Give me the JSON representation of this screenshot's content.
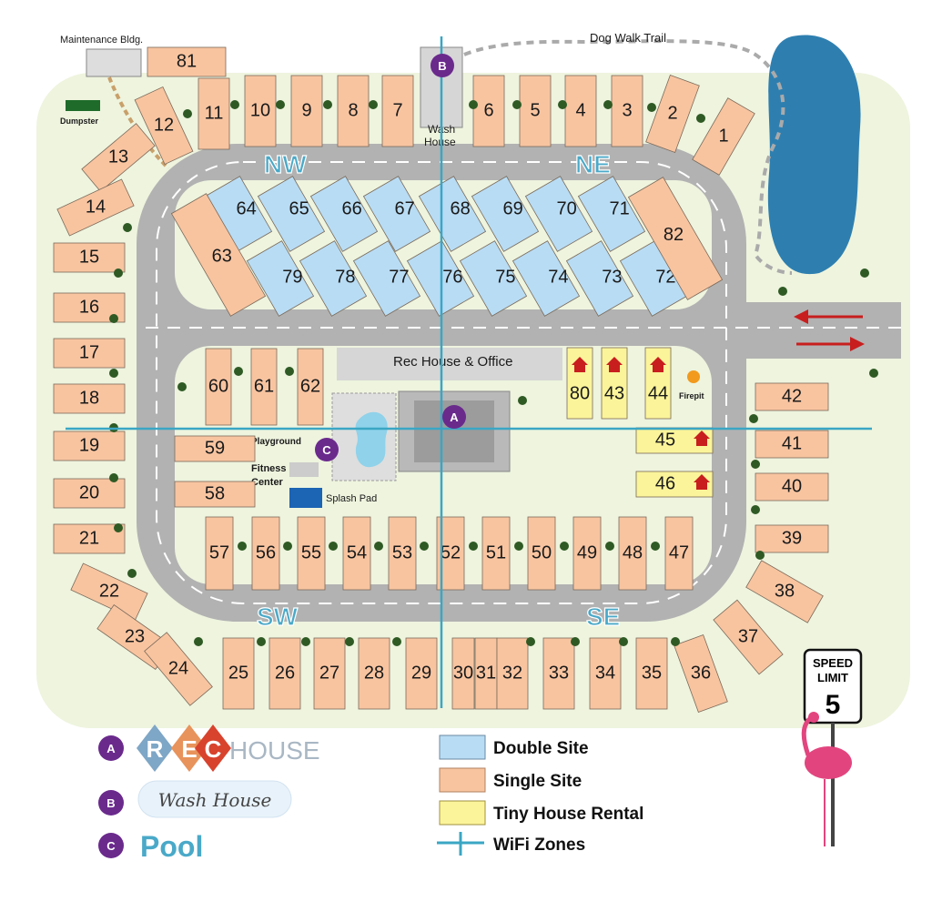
{
  "labels": {
    "maintenance": "Maintenance Bldg.",
    "dumpster": "Dumpster",
    "dog_trail": "Dog Walk Trail",
    "wash_house_top": "Wash",
    "wash_house_bottom": "House",
    "rec_office": "Rec House & Office",
    "playground": "Playground",
    "fitness_top": "Fitness",
    "fitness_bottom": "Center",
    "splash_pad": "Splash Pad",
    "firepit": "Firepit",
    "speed_top": "SPEED",
    "speed_mid": "LIMIT",
    "speed_val": "5"
  },
  "zones": {
    "nw": "NW",
    "ne": "NE",
    "sw": "SW",
    "se": "SE"
  },
  "markers": {
    "a": "A",
    "b": "B",
    "c": "C"
  },
  "legend": {
    "rec_word_left": "R",
    "rec_word_e": "E",
    "rec_word_c": "C",
    "rec_word_house": "HOUSE",
    "wash_house": "Wash House",
    "pool": "Pool",
    "double_site": "Double Site",
    "single_site": "Single Site",
    "tiny_house": "Tiny House Rental",
    "wifi": "WiFi Zones"
  },
  "colors": {
    "single": "#f8c4a0",
    "double": "#b8dcf4",
    "tiny": "#fbf49a",
    "road": "#b2b2b2",
    "grass": "#eef4de",
    "lake": "#2e7fb0",
    "wifi": "#3aa6c4",
    "marker": "#6a2a8c",
    "house_icon": "#c81e1e"
  },
  "sites": {
    "top": [
      "81",
      "12",
      "11",
      "10",
      "9",
      "8",
      "7",
      "6",
      "5",
      "4",
      "3",
      "2",
      "1"
    ],
    "left": [
      "13",
      "14",
      "15",
      "16",
      "17",
      "18",
      "19",
      "20",
      "21",
      "22",
      "23",
      "24"
    ],
    "bottom": [
      "25",
      "26",
      "27",
      "28",
      "29",
      "30",
      "31",
      "32",
      "33",
      "34",
      "35",
      "36",
      "37",
      "38"
    ],
    "right": [
      "39",
      "40",
      "41",
      "42"
    ],
    "inner_top": [
      "64",
      "65",
      "66",
      "67",
      "68",
      "69",
      "70",
      "71"
    ],
    "inner_bottom": [
      "79",
      "78",
      "77",
      "76",
      "75",
      "74",
      "73",
      "72"
    ],
    "inner_ends": [
      "63",
      "82"
    ],
    "south_row": [
      "57",
      "56",
      "55",
      "54",
      "53",
      "52",
      "51",
      "50",
      "49",
      "48",
      "47"
    ],
    "west_inner": [
      "60",
      "61",
      "62",
      "59",
      "58"
    ],
    "tiny": [
      "80",
      "43",
      "44",
      "45",
      "46"
    ]
  }
}
